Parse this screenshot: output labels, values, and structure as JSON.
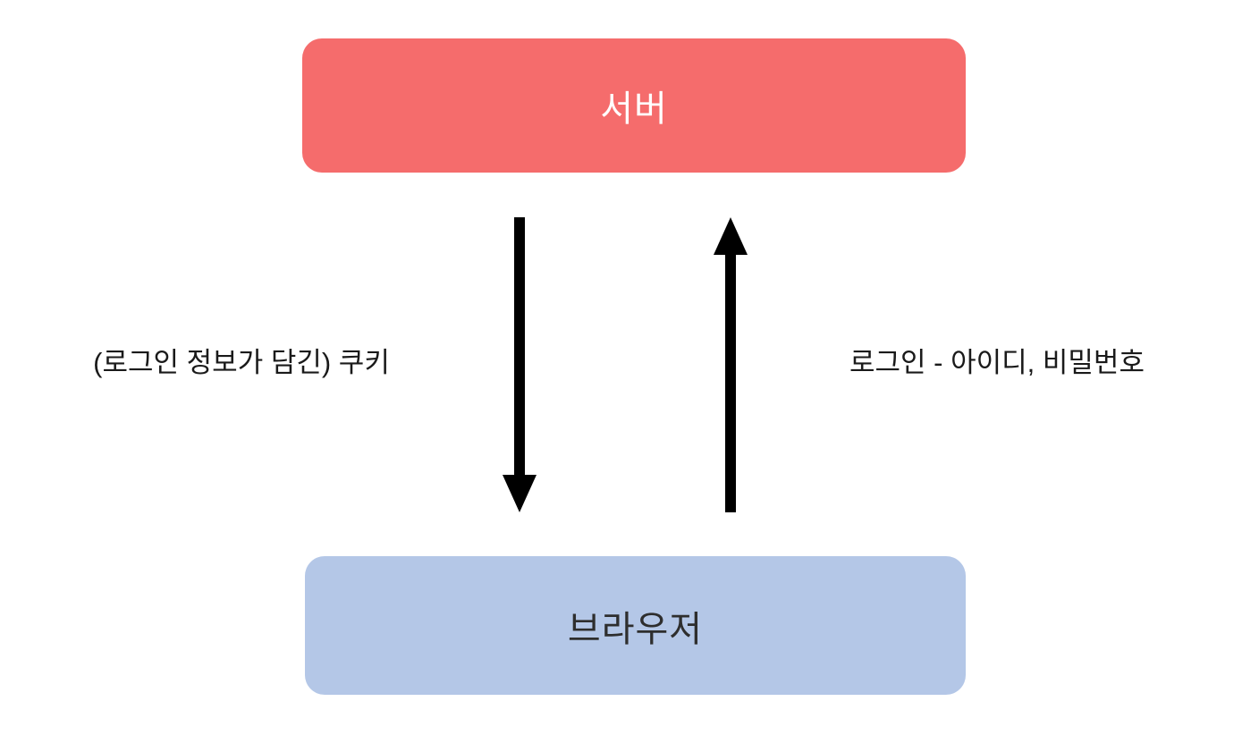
{
  "diagram": {
    "title": "cookie-login-flow",
    "nodes": [
      {
        "id": "server",
        "label": "서버",
        "fill": "#F56C6C",
        "text_color": "#FFFFFF"
      },
      {
        "id": "browser",
        "label": "브라우저",
        "fill": "#B4C7E7",
        "text_color": "#2E2E2E"
      }
    ],
    "edges": [
      {
        "from": "server",
        "to": "browser",
        "direction": "down",
        "label": "(로그인 정보가 담긴) 쿠키"
      },
      {
        "from": "browser",
        "to": "server",
        "direction": "up",
        "label": "로그인 - 아이디, 비밀번호"
      }
    ],
    "arrow_color": "#000000",
    "background": "#FFFFFF"
  }
}
